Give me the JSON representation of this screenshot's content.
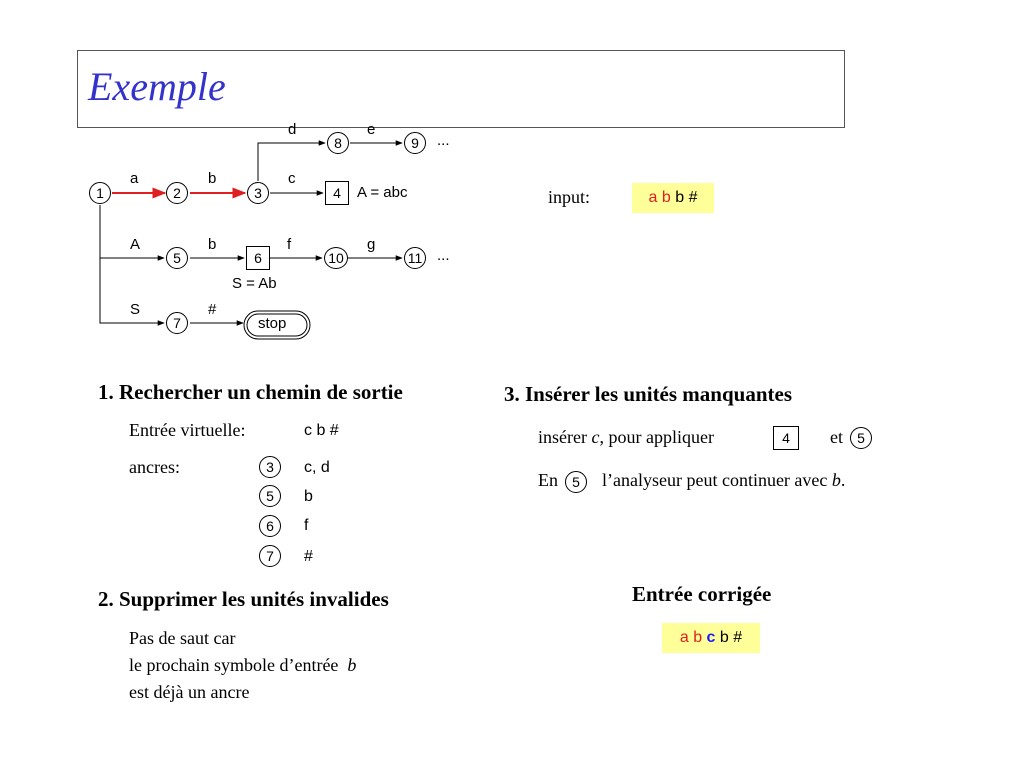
{
  "slide": {
    "title": "Exemple"
  },
  "diagram": {
    "nodes": {
      "n1": "1",
      "n2": "2",
      "n3": "3",
      "n4": "4",
      "n5": "5",
      "n6": "6",
      "n7": "7",
      "n8": "8",
      "n9": "9",
      "n10": "10",
      "n11": "11",
      "stop": "stop"
    },
    "edges": {
      "e1_2": "a",
      "e2_3": "b",
      "e3_4": "c",
      "e3_8": "d",
      "e8_9": "e",
      "e1_5": "A",
      "e5_6": "b",
      "e6_10": "f",
      "e10_11": "g",
      "e1_7": "S",
      "e7_stop": "#"
    },
    "ellipsis_9": "...",
    "ellipsis_11": "...",
    "rule_4": "A = abc",
    "rule_6": "S = Ab",
    "colors": {
      "path": "#e02020",
      "edge": "#000000"
    }
  },
  "input": {
    "label": "input:",
    "tokens": [
      {
        "text": "a",
        "color": "#e02020"
      },
      {
        "text": "b",
        "color": "#e02020"
      },
      {
        "text": "b",
        "color": "#000000"
      },
      {
        "text": "#",
        "color": "#000000"
      }
    ],
    "highlight": "#ffff99"
  },
  "step1": {
    "heading": "1. Rechercher un chemin de sortie",
    "virtual_label": "Entrée virtuelle:",
    "virtual_value": "c b #",
    "anchors_label": "ancres:",
    "anchors": [
      {
        "state": "3",
        "symbols": "c, d"
      },
      {
        "state": "5",
        "symbols": "b"
      },
      {
        "state": "6",
        "symbols": "f"
      },
      {
        "state": "7",
        "symbols": "#"
      }
    ]
  },
  "step2": {
    "heading": "2. Supprimer les unités invalides",
    "line1": "Pas de saut car",
    "line2_pre": "le prochain symbole d’entrée",
    "line2_sym": "b",
    "line3": "est déjà un ancre"
  },
  "step3": {
    "heading": "3. Insérer les unités manquantes",
    "ins_pre": "insérer",
    "ins_sym": "c",
    "ins_post": ", pour appliquer",
    "ins_box": "4",
    "ins_et": "et",
    "ins_circle": "5",
    "cont_en": "En",
    "cont_circle": "5",
    "cont_text": "l’analyseur peut continuer avec",
    "cont_sym": "b",
    "cont_dot": "."
  },
  "corrected": {
    "heading": "Entrée corrigée",
    "tokens": [
      {
        "text": "a",
        "color": "#e02020"
      },
      {
        "text": "b",
        "color": "#e02020"
      },
      {
        "text": "c",
        "color": "#1a1aff"
      },
      {
        "text": "b",
        "color": "#000000"
      },
      {
        "text": "#",
        "color": "#000000"
      }
    ]
  }
}
